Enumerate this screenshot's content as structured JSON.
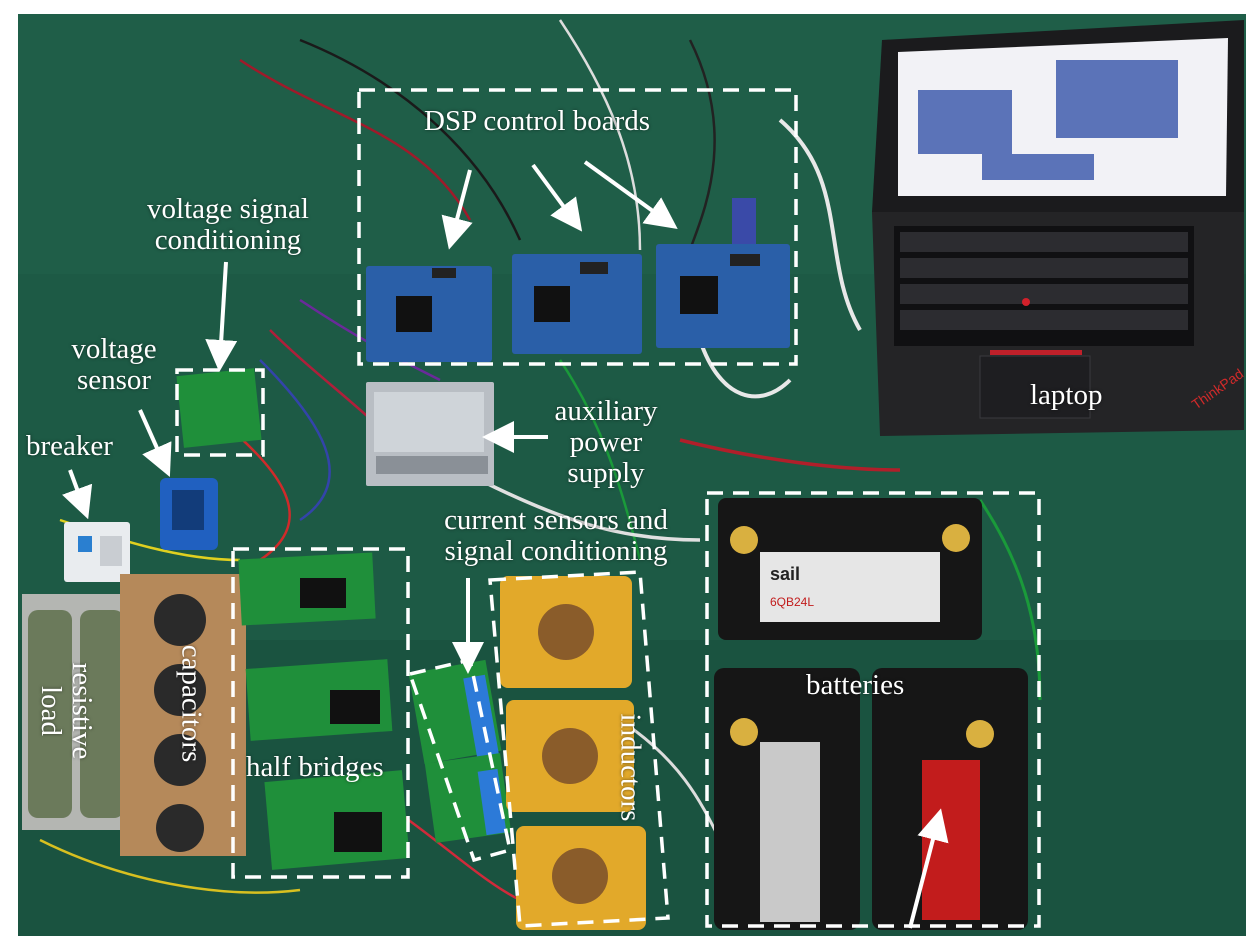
{
  "colors": {
    "floor": "#1d5a45",
    "label": "#ffffff",
    "board_blue": "#2a5fa8",
    "pcb_green": "#1f8f3a",
    "inductor_yellow": "#e2a92a",
    "battery_black": "#161616",
    "laptop_black": "#1b1b1d"
  },
  "labels": {
    "dsp": "DSP control boards",
    "vsc_line1": "voltage signal",
    "vsc_line2": "conditioning",
    "vs_line1": "voltage",
    "vs_line2": "sensor",
    "breaker": "breaker",
    "aux_line1": "auxiliary",
    "aux_line2": "power",
    "aux_line3": "supply",
    "laptop": "laptop",
    "cs_line1": "current sensors and",
    "cs_line2": "signal conditioning",
    "batteries": "batteries",
    "resistive": "resistive",
    "load": "load",
    "capacitors": "capacitors",
    "half_bridges": "half bridges",
    "inductors": "inductors"
  },
  "device_marks": {
    "laptop_brand": "ThinkPad",
    "battery_brand": "sail",
    "battery_model": "6QB24L"
  }
}
